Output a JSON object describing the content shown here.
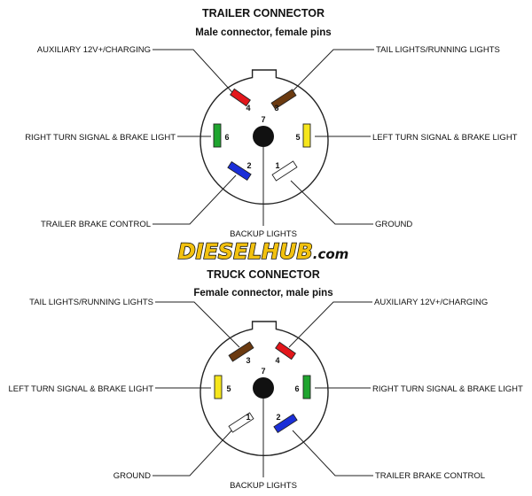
{
  "brand": {
    "name": "DIESELHUB",
    "suffix": ".com",
    "color_fill": "#f2c10f",
    "color_shadow": "#111111"
  },
  "connectors": [
    {
      "id": "trailer",
      "title": "TRAILER CONNECTOR",
      "subtitle": "Male connector, female pins",
      "pins": [
        {
          "num": "1",
          "label": "GROUND",
          "color": "#ffffff"
        },
        {
          "num": "2",
          "label": "TRAILER BRAKE CONTROL",
          "color": "#1b2fd8"
        },
        {
          "num": "3",
          "label": "TAIL LIGHTS/RUNNING LIGHTS",
          "color": "#6b3a10"
        },
        {
          "num": "4",
          "label": "AUXILIARY 12V+/CHARGING",
          "color": "#e3161b"
        },
        {
          "num": "5",
          "label": "LEFT TURN SIGNAL & BRAKE LIGHT",
          "color": "#f6e61c"
        },
        {
          "num": "6",
          "label": "RIGHT TURN SIGNAL & BRAKE LIGHT",
          "color": "#1fa52f"
        },
        {
          "num": "7",
          "label": "BACKUP LIGHTS",
          "color": "#111111"
        }
      ]
    },
    {
      "id": "truck",
      "title": "TRUCK CONNECTOR",
      "subtitle": "Female connector, male pins",
      "pins": [
        {
          "num": "1",
          "label": "GROUND",
          "color": "#ffffff"
        },
        {
          "num": "2",
          "label": "TRAILER BRAKE CONTROL",
          "color": "#1b2fd8"
        },
        {
          "num": "3",
          "label": "TAIL LIGHTS/RUNNING LIGHTS",
          "color": "#6b3a10"
        },
        {
          "num": "4",
          "label": "AUXILIARY 12V+/CHARGING",
          "color": "#e3161b"
        },
        {
          "num": "5",
          "label": "LEFT TURN SIGNAL & BRAKE LIGHT",
          "color": "#f6e61c"
        },
        {
          "num": "6",
          "label": "RIGHT TURN SIGNAL & BRAKE LIGHT",
          "color": "#1fa52f"
        },
        {
          "num": "7",
          "label": "BACKUP LIGHTS",
          "color": "#111111"
        }
      ]
    }
  ]
}
